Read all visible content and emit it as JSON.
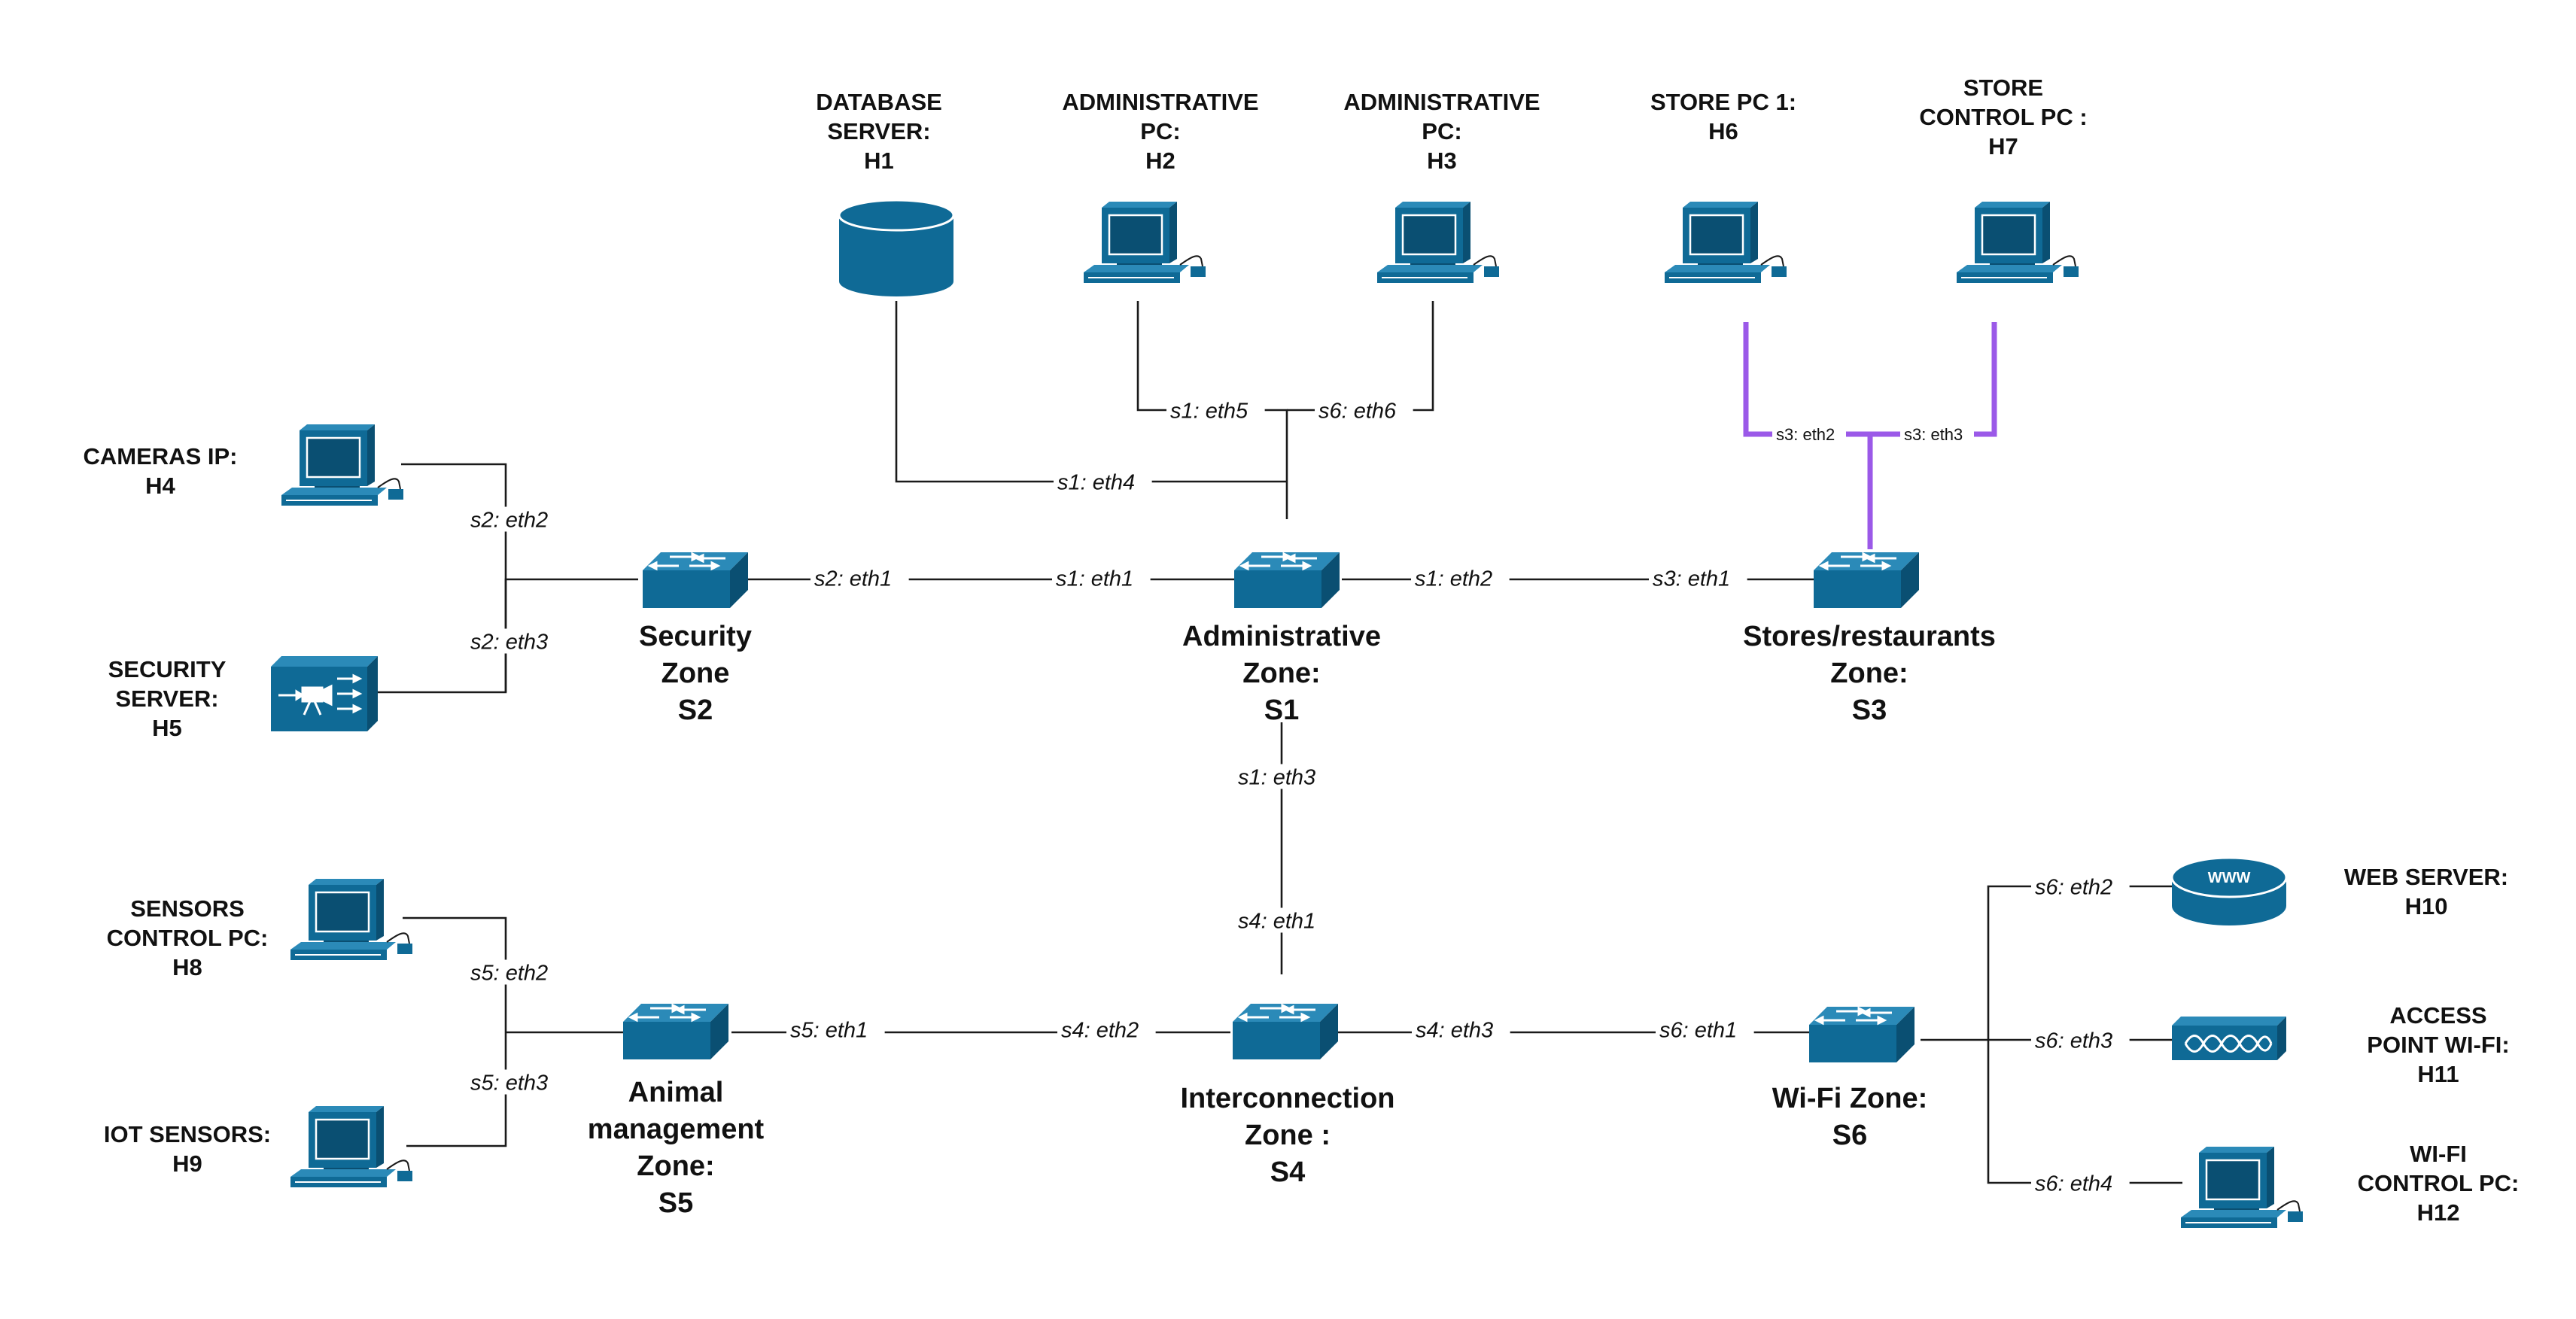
{
  "zones": {
    "s1": [
      "Administrative",
      "Zone:",
      "S1"
    ],
    "s2": [
      "Security",
      "Zone",
      "S2"
    ],
    "s3": [
      "Stores/restaurants",
      "Zone:",
      "S3"
    ],
    "s4": [
      "Interconnection",
      "Zone :",
      "S4"
    ],
    "s5": [
      "Animal",
      "management",
      "Zone:",
      "S5"
    ],
    "s6": [
      "Wi-Fi Zone:",
      "S6"
    ]
  },
  "hosts": {
    "h1": [
      "DATABASE",
      "SERVER:",
      "H1"
    ],
    "h2": [
      "ADMINISTRATIVE",
      "PC:",
      "H2"
    ],
    "h3": [
      "ADMINISTRATIVE",
      "PC:",
      "H3"
    ],
    "h4": [
      "CAMERAS IP:",
      "H4"
    ],
    "h5": [
      "SECURITY",
      "SERVER:",
      "H5"
    ],
    "h6": [
      "STORE PC 1:",
      "H6"
    ],
    "h7": [
      "STORE",
      "CONTROL PC :",
      "H7"
    ],
    "h8": [
      "SENSORS",
      "CONTROL PC:",
      "H8"
    ],
    "h9": [
      "IOT SENSORS:",
      "H9"
    ],
    "h10": [
      "WEB SERVER:",
      "H10"
    ],
    "h11": [
      "ACCESS",
      "POINT WI-FI:",
      "H11"
    ],
    "h12": [
      "WI-FI",
      "CONTROL PC:",
      "H12"
    ]
  },
  "ports": {
    "s1_eth5": "s1: eth5",
    "s6_eth6": "s6: eth6",
    "s1_eth4": "s1: eth4",
    "s3_eth2": "s3: eth2",
    "s3_eth3": "s3: eth3",
    "s2_eth2": "s2: eth2",
    "s2_eth3": "s2: eth3",
    "s2_eth1": "s2: eth1",
    "s1_eth1": "s1: eth1",
    "s1_eth2": "s1: eth2",
    "s3_eth1": "s3: eth1",
    "s1_eth3": "s1: eth3",
    "s4_eth1": "s4: eth1",
    "s5_eth2": "s5: eth2",
    "s5_eth3": "s5: eth3",
    "s5_eth1": "s5: eth1",
    "s4_eth2": "s4: eth2",
    "s4_eth3": "s4: eth3",
    "s6_eth1": "s6: eth1",
    "s6_eth2": "s6: eth2",
    "s6_eth3": "s6: eth3",
    "s6_eth4": "s6: eth4"
  },
  "icons": {
    "switch": "switch-icon",
    "pc": "desktop-pc-icon",
    "database": "database-icon",
    "video_server": "video-server-icon",
    "web_server": "web-server-icon",
    "access_point": "wireless-access-point-icon"
  },
  "colors": {
    "device_fill": "#0f6a96",
    "device_dark": "#0a4f72",
    "wire": "#1a1a1a",
    "highlight_wire": "#9b59e8"
  }
}
